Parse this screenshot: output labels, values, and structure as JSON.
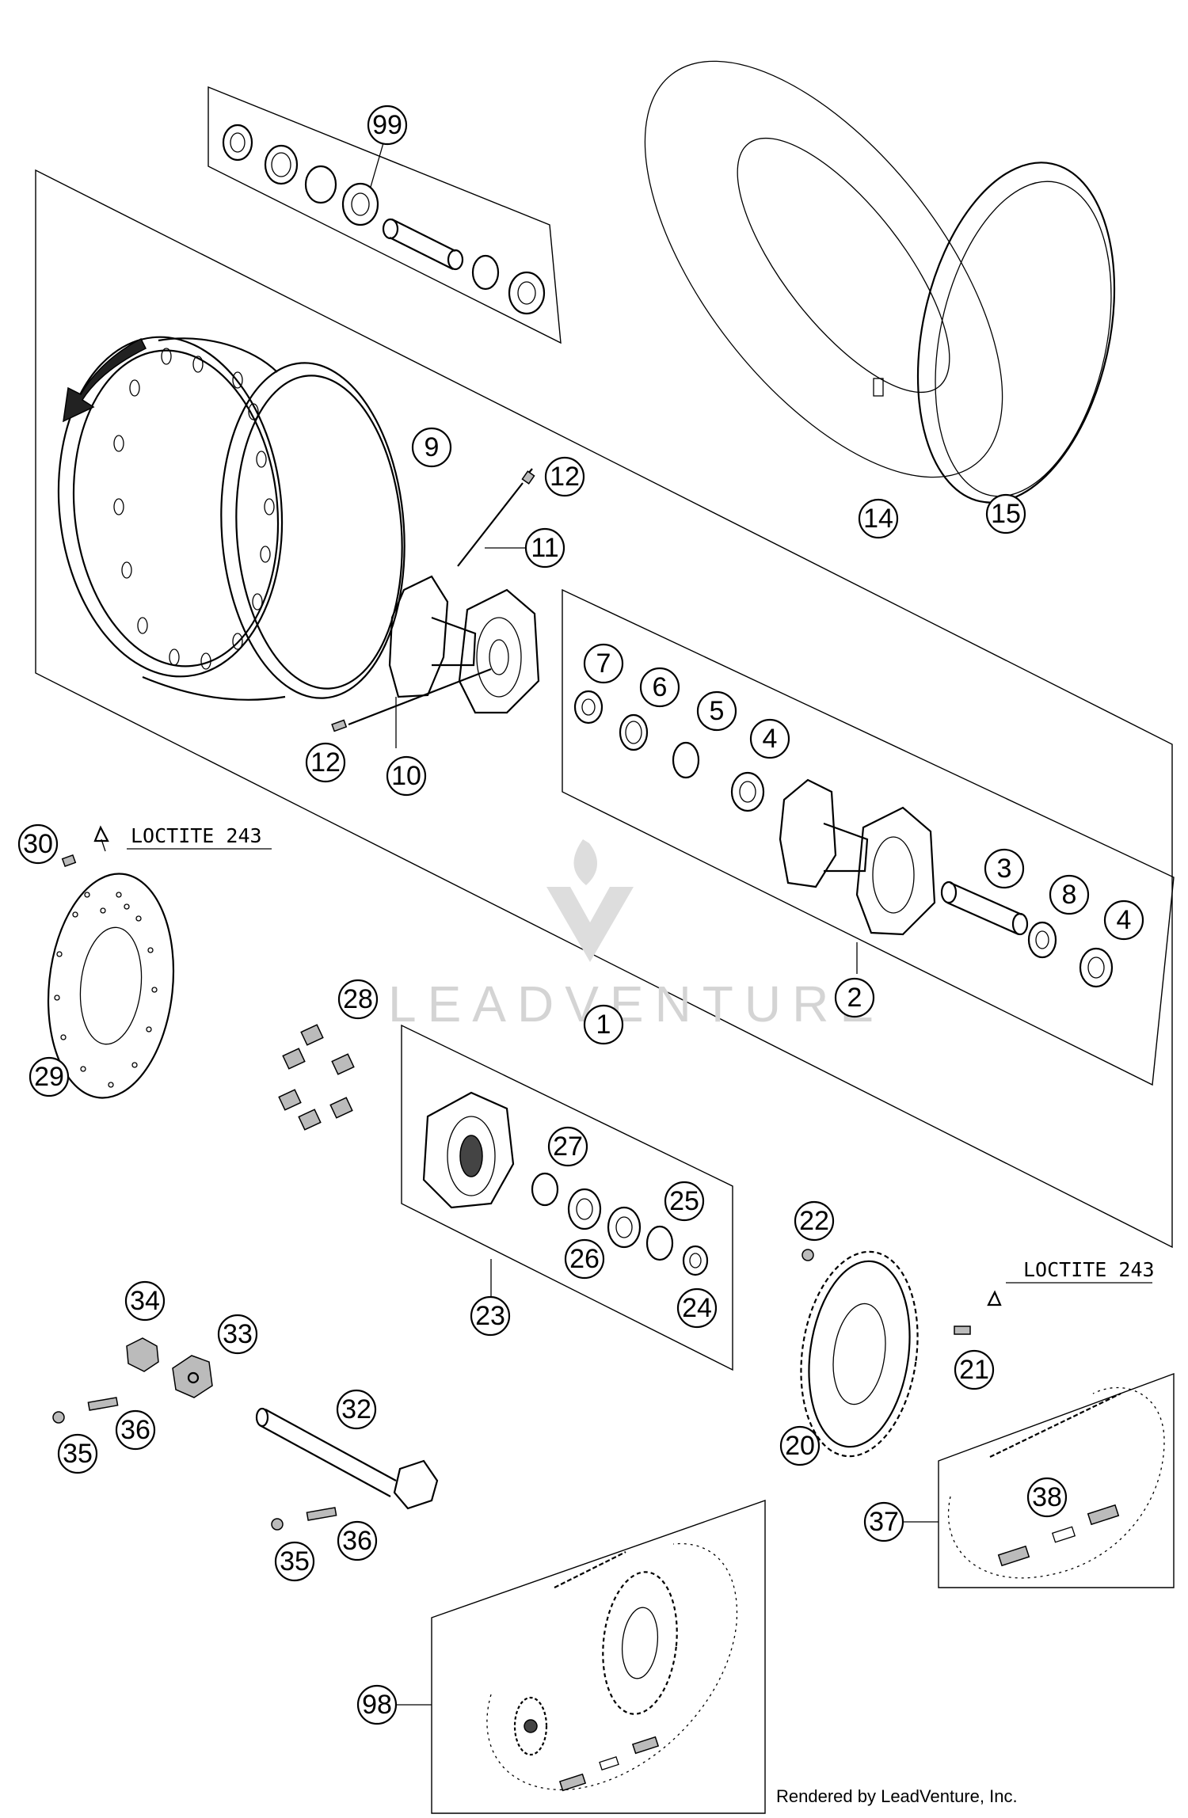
{
  "notes": {
    "loctite_left": "LOCTITE 243",
    "loctite_right": "LOCTITE 243"
  },
  "watermark": "LEADVENTURE",
  "credit": "Rendered by LeadVenture, Inc.",
  "callouts": {
    "c99": "99",
    "c9": "9",
    "c12a": "12",
    "c11": "11",
    "c12b": "12",
    "c10": "10",
    "c14": "14",
    "c15": "15",
    "c7": "7",
    "c6": "6",
    "c5": "5",
    "c4a": "4",
    "c3": "3",
    "c8": "8",
    "c4b": "4",
    "c2": "2",
    "c1": "1",
    "c30": "30",
    "c29": "29",
    "c28": "28",
    "c27": "27",
    "c25": "25",
    "c26": "26",
    "c24": "24",
    "c23": "23",
    "c22": "22",
    "c21": "21",
    "c20": "20",
    "c34": "34",
    "c33": "33",
    "c32": "32",
    "c35a": "35",
    "c36a": "36",
    "c35b": "35",
    "c36b": "36",
    "c37": "37",
    "c38": "38",
    "c98": "98"
  }
}
